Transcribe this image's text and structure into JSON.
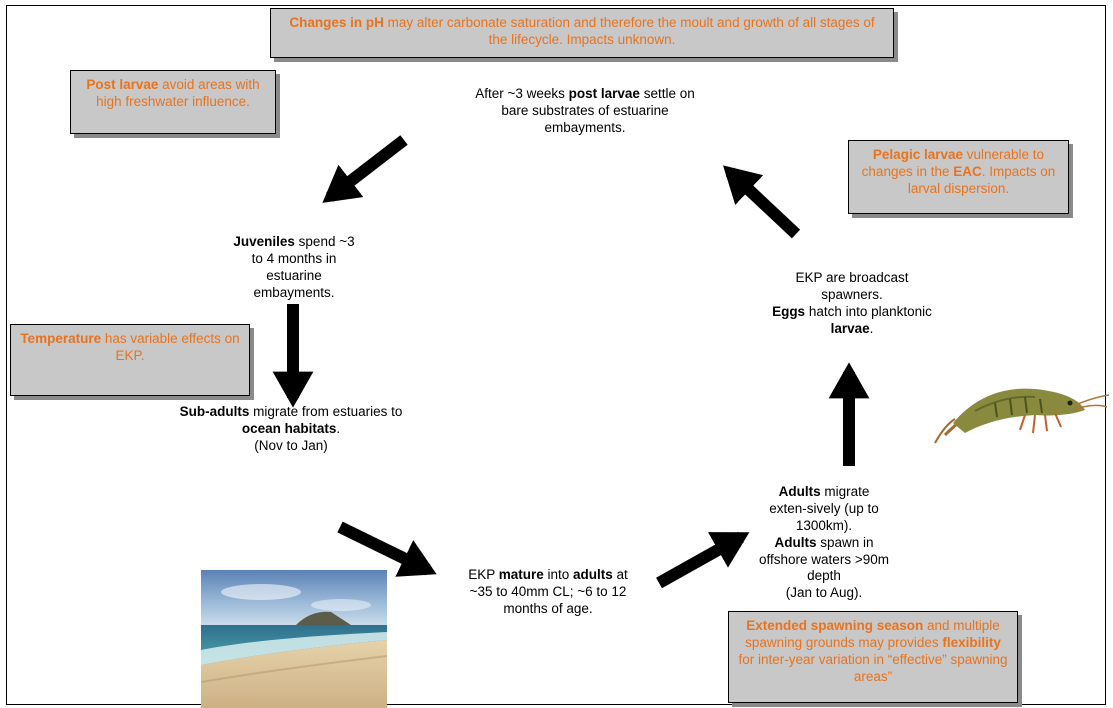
{
  "boxes": {
    "ph": {
      "b1": "Changes in pH",
      "t1": " may alter carbonate saturation and therefore the moult and growth of all stages of the lifecycle. Impacts unknown."
    },
    "post_larvae": {
      "b1": "Post larvae",
      "t1": " avoid areas with high freshwater influence."
    },
    "pelagic": {
      "b1": "Pelagic larvae",
      "t1": " vulnerable to changes in the ",
      "b2": "EAC",
      "t2": ". Impacts on larval dispersion."
    },
    "temperature": {
      "b1": "Temperature",
      "t1": " has variable effects on EKP."
    },
    "spawning": {
      "b1": "Extended spawning season",
      "t1": " and multiple spawning grounds may provides ",
      "b2": "flexibility",
      "t2": " for inter-year variation in “effective” spawning areas”"
    }
  },
  "stages": {
    "post_larvae_settle": {
      "t1": "After ~3 weeks ",
      "b1": "post larvae",
      "t2": " settle on bare substrates of estuarine embayments."
    },
    "juveniles": {
      "b1": "Juveniles",
      "t1": " spend ~3 to 4 months in estuarine embayments."
    },
    "sub_adults": {
      "b1": "Sub-adults",
      "t1": " migrate from estuaries to ",
      "b2": "ocean habitats",
      "t2": ".",
      "t3": "(Nov to Jan)"
    },
    "mature": {
      "t1": "EKP ",
      "b1": "mature",
      "t2": " into ",
      "b2": "adults",
      "t3": " at ~35 to 40mm CL; ~6 to 12 months of age."
    },
    "adults": {
      "b1": "Adults",
      "t1": " migrate exten-sively (up to 1300km).",
      "b2": "Adults",
      "t2": " spawn in offshore waters >90m depth",
      "t3": "(Jan to Aug)."
    },
    "broadcast": {
      "t1": "EKP are broadcast spawners.",
      "b1": "Eggs",
      "t2": " hatch into planktonic ",
      "b2": "larvae",
      "t3": "."
    }
  },
  "images": {
    "beach": "beach-photo",
    "prawn": "prawn-photo"
  },
  "colors": {
    "accent_text": "#e8731f",
    "box_fill": "#c8c8c8"
  }
}
